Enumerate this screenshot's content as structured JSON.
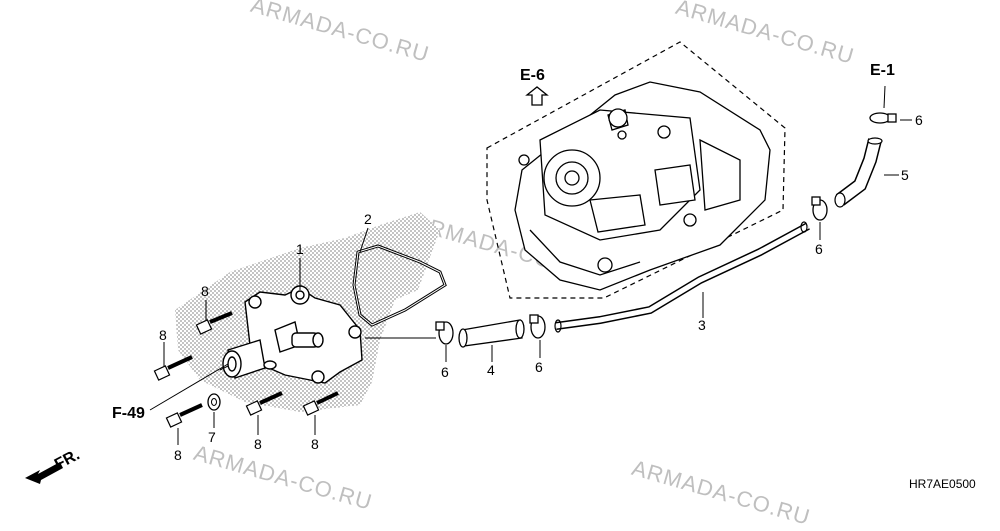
{
  "watermark": "ARMADA-CO.RU",
  "refs": {
    "e6": "E-6",
    "e1": "E-1",
    "f49": "F-49",
    "fr": "FR."
  },
  "diagram_code": "HR7AE0500",
  "callouts": {
    "part1": "1",
    "part2": "2",
    "part3": "3",
    "part4": "4",
    "part5": "5",
    "clamp_a": "6",
    "clamp_b": "6",
    "clamp_c": "6",
    "clamp_d": "6",
    "washer": "7",
    "bolt_a": "8",
    "bolt_b": "8",
    "bolt_c": "8",
    "bolt_d": "8",
    "bolt_e": "8"
  }
}
